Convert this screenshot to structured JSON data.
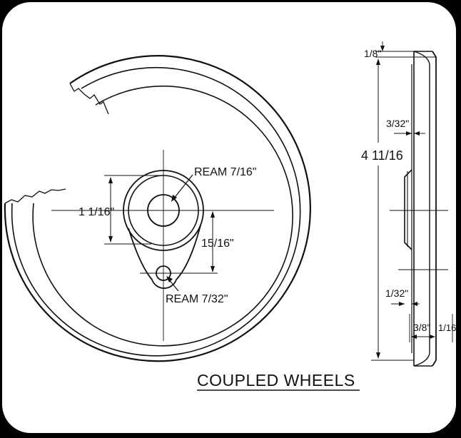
{
  "title": "COUPLED WHEELS",
  "face_view": {
    "ream_large": "REAM 7/16\"",
    "ream_small": "REAM 7/32\"",
    "dim_hub": "1 1/16\"",
    "dim_crank": "15/16\""
  },
  "side_view": {
    "dim_flange_top": "1/8\"",
    "dim_overall": "4 11/16",
    "dim_boss": "3/32\"",
    "dim_lower": "1/32\"",
    "dim_width": "3/8\"",
    "dim_flange": "1/16\""
  }
}
